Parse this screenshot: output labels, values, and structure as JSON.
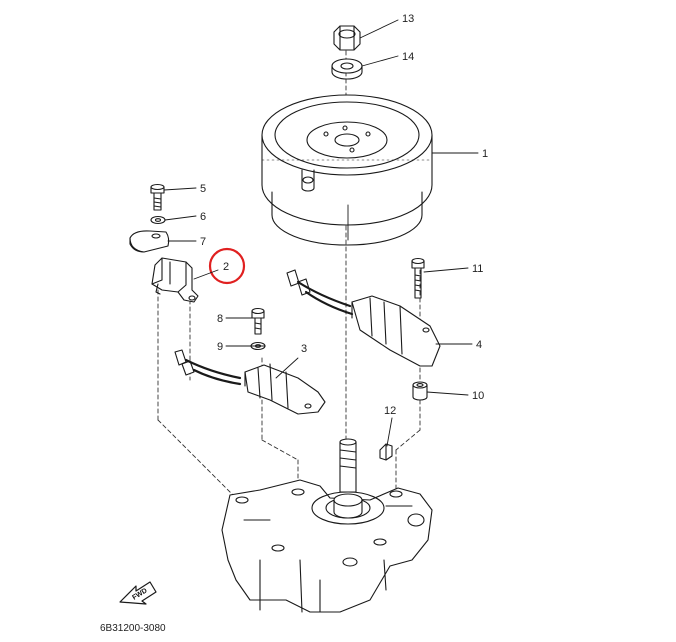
{
  "callouts": {
    "c1": "1",
    "c2": "2",
    "c3": "3",
    "c4": "4",
    "c5": "5",
    "c6": "6",
    "c7": "7",
    "c8": "8",
    "c9": "9",
    "c10": "10",
    "c11": "11",
    "c12": "12",
    "c13": "13",
    "c14": "14"
  },
  "highlight": {
    "part": "2",
    "color": "#e02020"
  },
  "direction_arrow_label": "FWD",
  "diagram_code": "6B31200-3080"
}
